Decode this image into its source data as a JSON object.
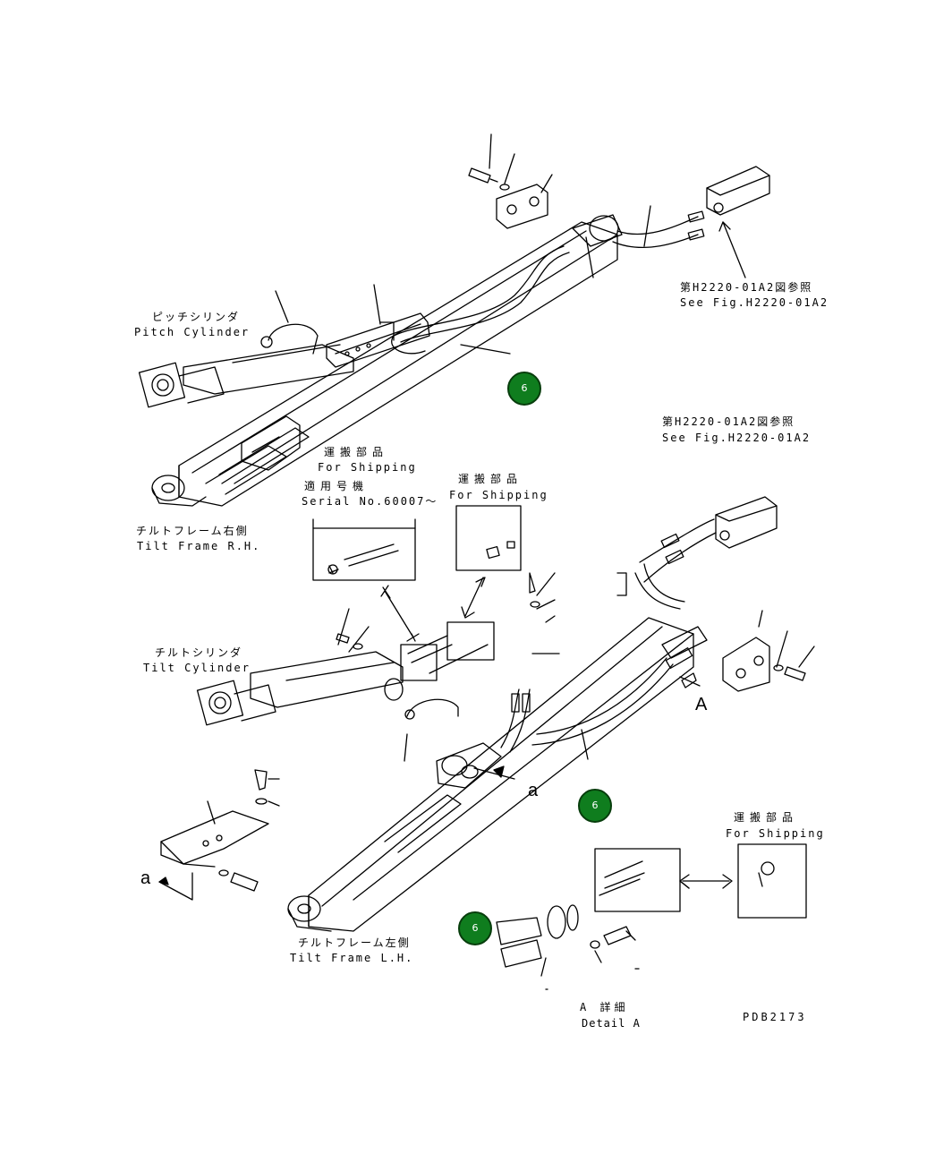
{
  "colors": {
    "ink": "#000000",
    "badge_fill": "#0f7d1e",
    "badge_border": "#073d0c",
    "badge_text": "#ffffff",
    "background": "#ffffff"
  },
  "labels": {
    "see_fig_upper_jp": "第H2220-01A2図参照",
    "see_fig_upper_en": "See Fig.H2220-01A2",
    "pitch_cylinder_jp": "ピッチシリンダ",
    "pitch_cylinder_en": "Pitch Cylinder",
    "shipping1_jp": "運搬部品",
    "shipping1_en": "For Shipping",
    "serial_jp": "適用号機",
    "serial_en": "Serial No.60007～",
    "see_fig_lower_jp": "第H2220-01A2図参照",
    "see_fig_lower_en": "See Fig.H2220-01A2",
    "shipping2_jp": "運搬部品",
    "shipping2_en": "For Shipping",
    "tilt_frame_rh_jp": "チルトフレーム右側",
    "tilt_frame_rh_en": "Tilt Frame R.H.",
    "tilt_cylinder_jp": "チルトシリンダ",
    "tilt_cylinder_en": "Tilt Cylinder",
    "view_a": "A",
    "ref_a_center": "a",
    "ref_a_left": "a",
    "shipping3_jp": "運搬部品",
    "shipping3_en": "For Shipping",
    "tilt_frame_lh_jp": "チルトフレーム左側",
    "tilt_frame_lh_en": "Tilt Frame L.H.",
    "detail_jp": "A 詳細",
    "detail_en": "Detail A",
    "drawing_no": "PDB2173"
  },
  "badges": [
    "6",
    "6",
    "6"
  ]
}
